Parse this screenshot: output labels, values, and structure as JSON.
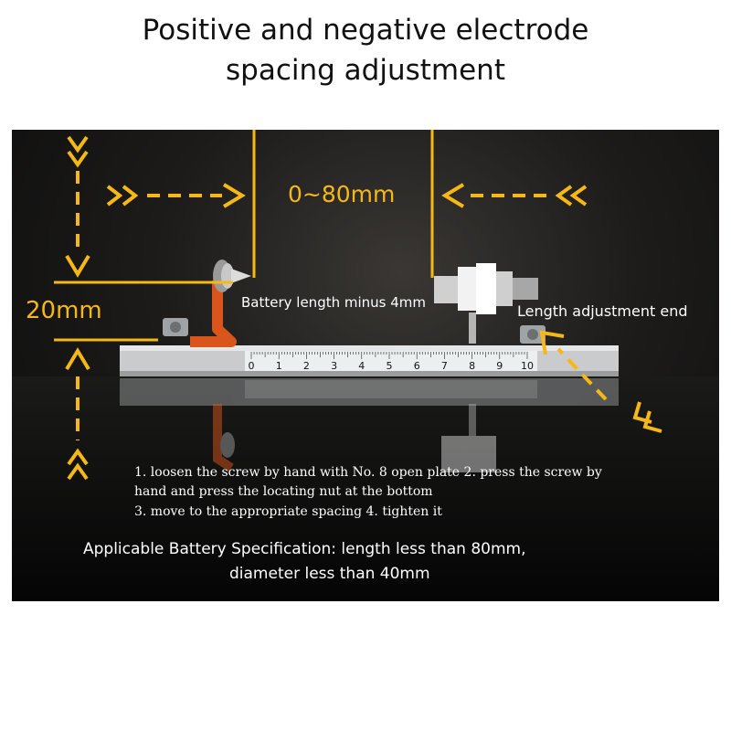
{
  "title": {
    "line1": "Positive and negative electrode",
    "line2": "spacing adjustment"
  },
  "labels": {
    "spacing_range": "0~80mm",
    "height": "20mm",
    "battery_length": "Battery length minus 4mm",
    "adjust_end": "Length adjustment end"
  },
  "ruler": {
    "ticks": [
      "0",
      "1",
      "2",
      "3",
      "4",
      "5",
      "6",
      "7",
      "8",
      "9",
      "10"
    ]
  },
  "instructions": {
    "line1": "1. loosen the screw by hand with No. 8 open plate 2. press the screw by",
    "line2": "hand and press the locating nut at the bottom",
    "line3": "3. move to the appropriate spacing 4. tighten it"
  },
  "spec": {
    "line1": "Applicable Battery Specification: length less than 80mm,",
    "line2": "diameter less than 40mm"
  },
  "colors": {
    "accent": "#f5b816",
    "background": "#111111",
    "text_on_dark": "#ffffff"
  }
}
